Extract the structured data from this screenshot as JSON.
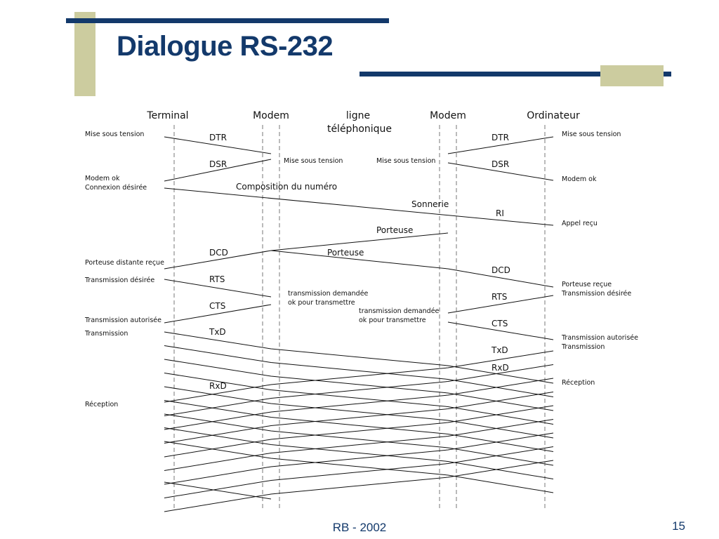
{
  "slide": {
    "title": "Dialogue RS-232",
    "footer": "RB - 2002",
    "page_number": "15"
  },
  "colors": {
    "brand_navy": "#13396b",
    "accent_khaki": "#cccc9f",
    "diagram_ink": "#111111"
  },
  "headers": {
    "terminal": "Terminal",
    "modem_left": "Modem",
    "ligne_1": "ligne",
    "ligne_2": "téléphonique",
    "modem_right": "Modem",
    "ordinateur": "Ordinateur"
  },
  "terminal_events": {
    "e1": "Mise sous tension",
    "e2": "Modem ok",
    "e3": "Connexion désirée",
    "e4": "Porteuse distante reçue",
    "e5": "Transmission désirée",
    "e6": "Transmission autorisée",
    "e7": "Transmission",
    "e8": "Réception"
  },
  "modem_events": {
    "l1": "Mise sous tension",
    "l2": "transmission demandée",
    "l3": "ok pour transmettre",
    "r1": "Mise sous tension",
    "r2": "transmission demandée",
    "r3": "ok pour transmettre"
  },
  "computer_events": {
    "e1": "Mise sous tension",
    "e2": "Modem ok",
    "e3": "Appel reçu",
    "e4": "Porteuse reçue",
    "e5": "Transmission désirée",
    "e6": "Transmission autorisée",
    "e7": "Transmission",
    "e8": "Réception"
  },
  "signals": {
    "dtr_l": "DTR",
    "dsr_l": "DSR",
    "composition": "Composition du numéro",
    "sonnerie": "Sonnerie",
    "ri": "RI",
    "porteuse_1": "Porteuse",
    "dcd_l": "DCD",
    "porteuse_2": "Porteuse",
    "dcd_r": "DCD",
    "rts_l": "RTS",
    "cts_l": "CTS",
    "rts_r": "RTS",
    "cts_r": "CTS",
    "txd_l": "TxD",
    "rxd_l": "RxD",
    "dtr_r": "DTR",
    "dsr_r": "DSR",
    "txd_r": "TxD",
    "rxd_r": "RxD"
  }
}
